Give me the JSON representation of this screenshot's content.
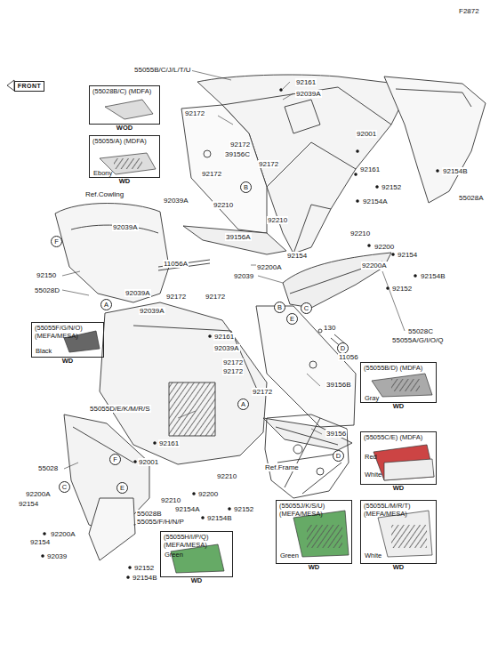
{
  "diagram": {
    "nodes": [
      {
        "text": [
          "FRONT"
        ]
      },
      {
        "text": [
          "(55028B/C) (MDFA)",
          "WOD"
        ]
      },
      {
        "text": [
          "(55055/A) (MDFA)",
          "Ebony",
          "WD"
        ]
      },
      {
        "text": [
          "B"
        ]
      },
      {
        "text": [
          "F"
        ]
      },
      {
        "text": [
          "A"
        ]
      },
      {
        "text": [
          "B"
        ]
      },
      {
        "text": [
          "C"
        ]
      },
      {
        "text": [
          "E"
        ]
      },
      {
        "text": [
          "(55055F/G/N/O) (MEFA/MESA)",
          "Black",
          "WD"
        ]
      },
      {
        "text": [
          "D"
        ]
      },
      {
        "text": [
          "(55055B/D) (MDFA)",
          "Gray",
          "WD"
        ]
      },
      {
        "text": [
          "A"
        ]
      },
      {
        "text": [
          "(55055C/E) (MDFA)",
          "Red",
          "White",
          "WD"
        ]
      },
      {
        "text": [
          "F"
        ]
      },
      {
        "text": [
          "D"
        ]
      },
      {
        "text": [
          "C"
        ]
      },
      {
        "text": [
          "E"
        ]
      },
      {
        "text": [
          "(55055J/K/S/U) (MEFA/MESA)",
          "Green",
          "WD"
        ]
      },
      {
        "text": [
          "(55055L/M/R/T) (MEFA/MESA)",
          "White",
          "WD"
        ]
      },
      {
        "text": [
          "(55055H/I/P/Q) (MEFA/MESA)",
          "Green",
          "WD"
        ]
      }
    ],
    "labels": [
      "F2872",
      "55055B/C/J/L/T/U",
      "92161",
      "92039A",
      "92172",
      "92001",
      "92172",
      "39156C",
      "92172",
      "92172",
      "92161",
      "92154B",
      "92152",
      "55028A",
      "92210",
      "92154A",
      "92210",
      "92210",
      "92200",
      "92154",
      "39156A",
      "92154",
      "92200A",
      "92200A",
      "92039",
      "92154B",
      "92152",
      "Ref.Cowling",
      "92039A",
      "92039A",
      "11056A",
      "92150",
      "55028D",
      "92039A",
      "92039A",
      "92172",
      "92172",
      "130",
      "11056",
      "55028C",
      "55055A/G/I/O/Q",
      "92161",
      "92039A",
      "92172",
      "92172",
      "39156B",
      "92172",
      "55055D/E/K/M/R/S",
      "39156",
      "92161",
      "92001",
      "55028",
      "92210",
      "92200A",
      "92154",
      "92200",
      "92210",
      "92154A",
      "92152",
      "55028B",
      "92154B",
      "55055/F/H/N/P",
      "92200A",
      "92154",
      "92039",
      "92152",
      "92154B",
      "Ref.Frame"
    ]
  }
}
